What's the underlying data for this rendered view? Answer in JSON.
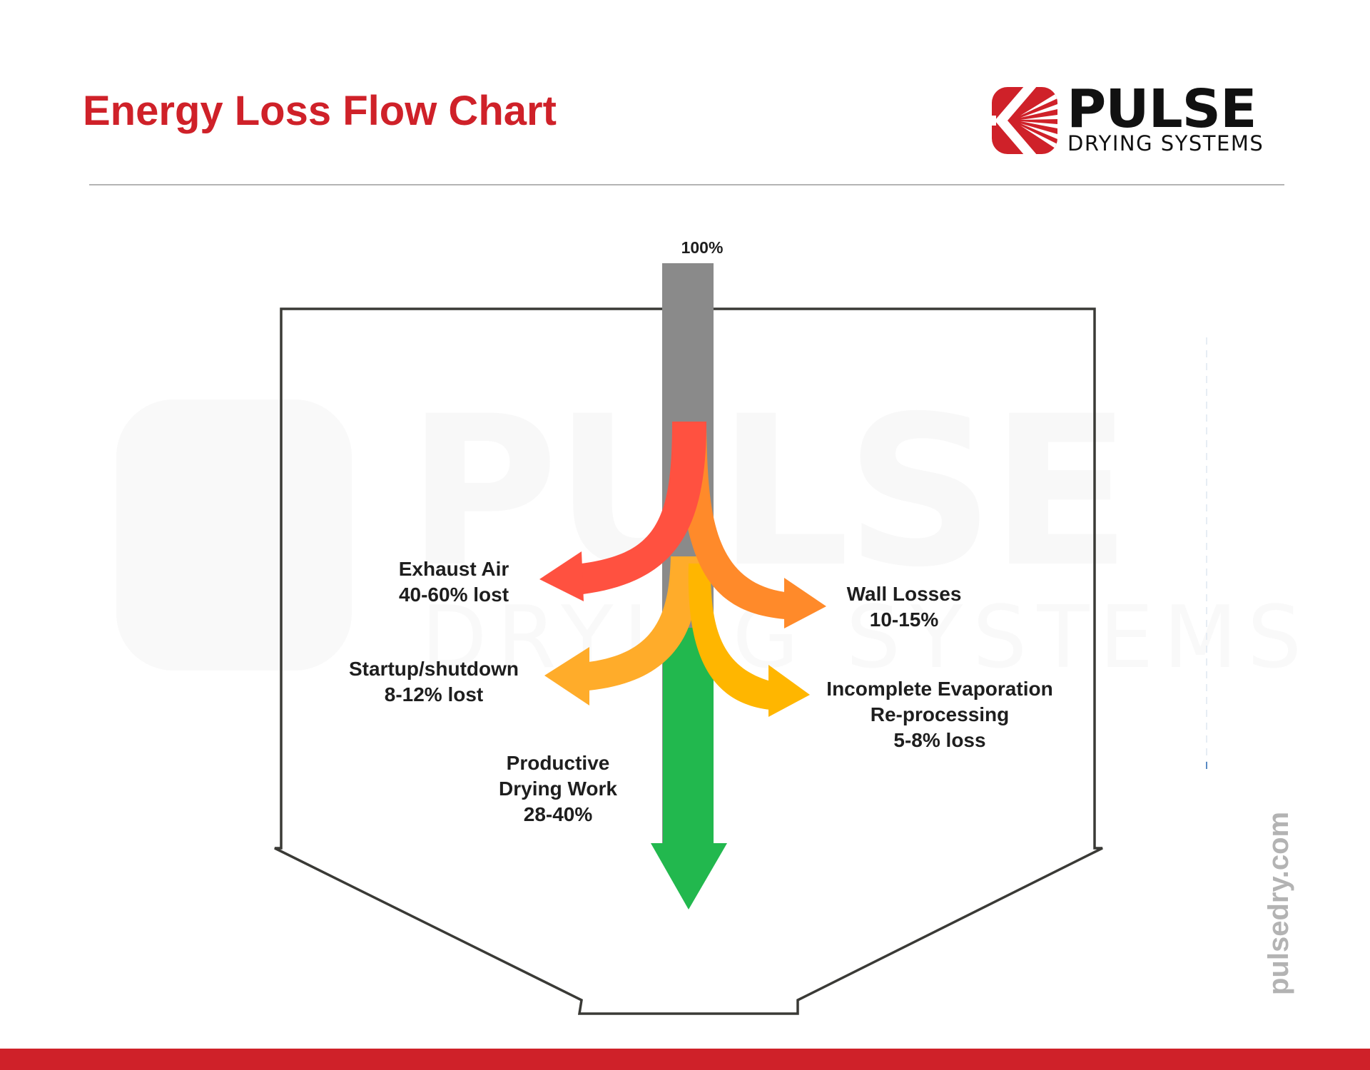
{
  "header": {
    "title": "Energy Loss Flow Chart",
    "logo": {
      "wordmark": "PULSE",
      "tagline": "DRYING SYSTEMS",
      "icon": "pulse-logo-icon"
    }
  },
  "diagram": {
    "input": {
      "label": "100%",
      "color": "#8a8a8a"
    },
    "flows": [
      {
        "id": "exhaust-air",
        "lines": [
          "Exhaust Air",
          "40-60% lost"
        ],
        "direction": "left",
        "color": "#ff5140"
      },
      {
        "id": "wall-losses",
        "lines": [
          "Wall Losses",
          "10-15%"
        ],
        "direction": "right",
        "color": "#ff8a2a"
      },
      {
        "id": "startup-shutdown",
        "lines": [
          "Startup/shutdown",
          "8-12% lost"
        ],
        "direction": "left",
        "color": "#ffac2a"
      },
      {
        "id": "incomplete-evaporation",
        "lines": [
          "Incomplete Evaporation",
          "Re-processing",
          "5-8% loss"
        ],
        "direction": "right",
        "color": "#ffb600"
      },
      {
        "id": "productive-drying-work",
        "lines": [
          "Productive",
          "Drying Work",
          "28-40%"
        ],
        "direction": "down",
        "color": "#22b84e"
      }
    ]
  },
  "footer": {
    "url": "pulsedry.com",
    "bar_color": "#cf2129"
  },
  "colors": {
    "brand_red": "#cf2129",
    "outline": "#3a3a36",
    "text": "#1e1e1e"
  }
}
